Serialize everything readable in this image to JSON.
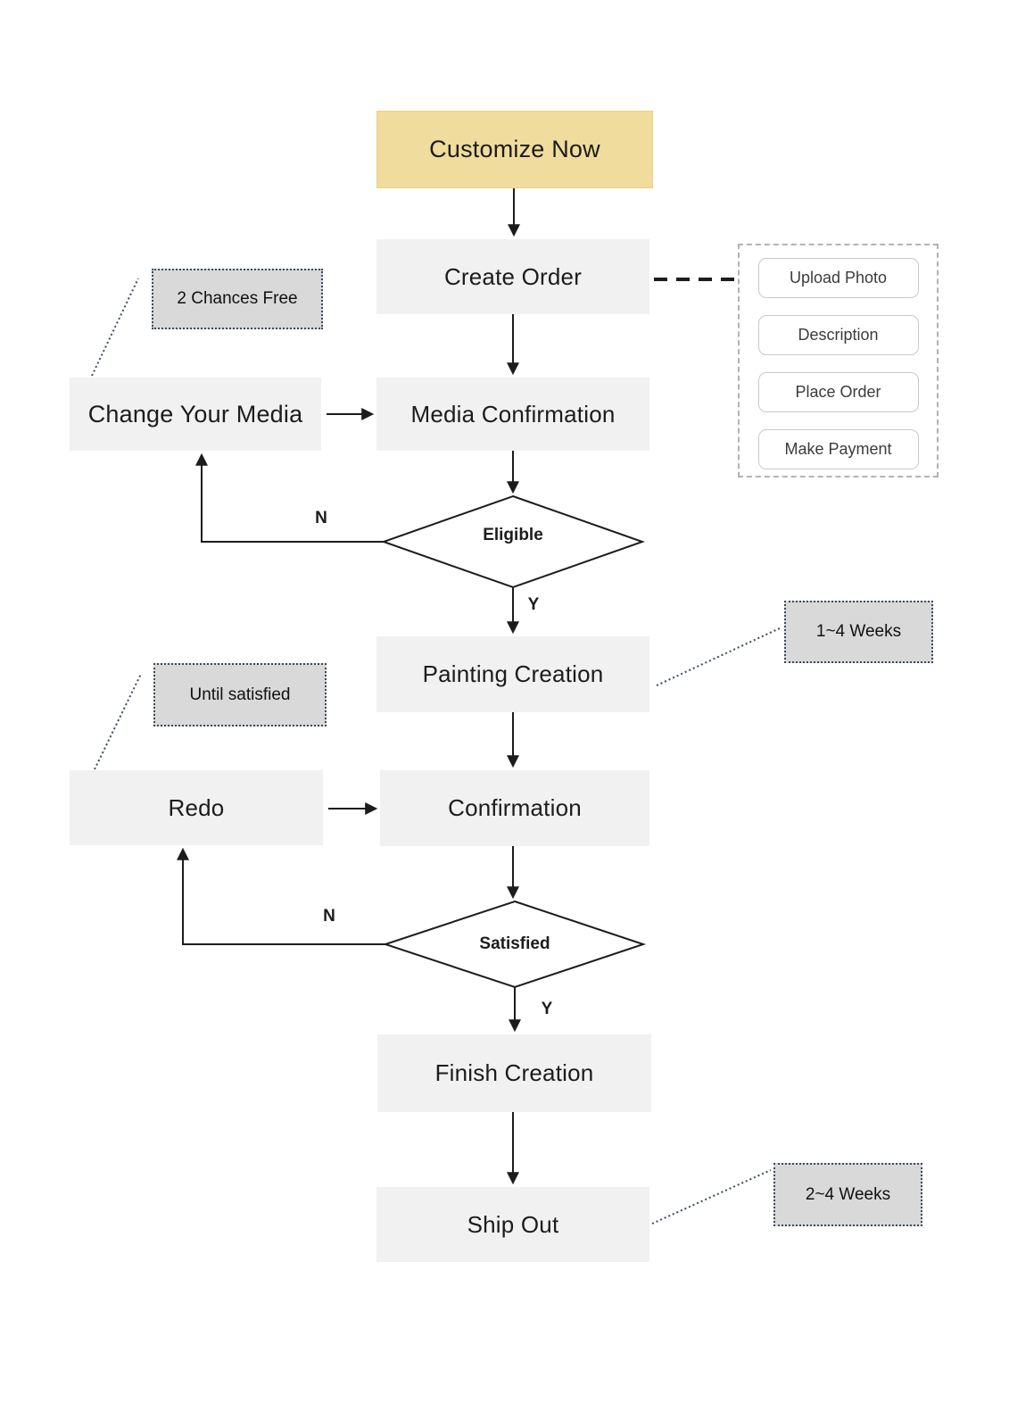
{
  "colors": {
    "highlight_fill": "#F0DC9C",
    "highlight_border": "#E7D08A",
    "process_fill": "#F1F1F1",
    "note_fill": "#D9D9D9",
    "note_border": "#3A4A5E",
    "connector": "#1C1C1C",
    "panel_border": "#B3B3B3"
  },
  "nodes": {
    "customize_now": "Customize Now",
    "create_order": "Create Order",
    "change_your_media": "Change Your Media",
    "media_confirmation": "Media Confirmation",
    "painting_creation": "Painting Creation",
    "redo": "Redo",
    "confirmation": "Confirmation",
    "finish_creation": "Finish Creation",
    "ship_out": "Ship Out"
  },
  "decisions": {
    "eligible": "Eligible",
    "satisfied": "Satisfied"
  },
  "branch_labels": {
    "eligible_no": "N",
    "eligible_yes": "Y",
    "satisfied_no": "N",
    "satisfied_yes": "Y"
  },
  "notes": {
    "chances_free": "2 Chances Free",
    "painting_duration": "1~4 Weeks",
    "until_satisfied": "Until satisfied",
    "shipping_duration": "2~4 Weeks"
  },
  "panel": {
    "items": [
      "Upload Photo",
      "Description",
      "Place Order",
      "Make Payment"
    ]
  }
}
